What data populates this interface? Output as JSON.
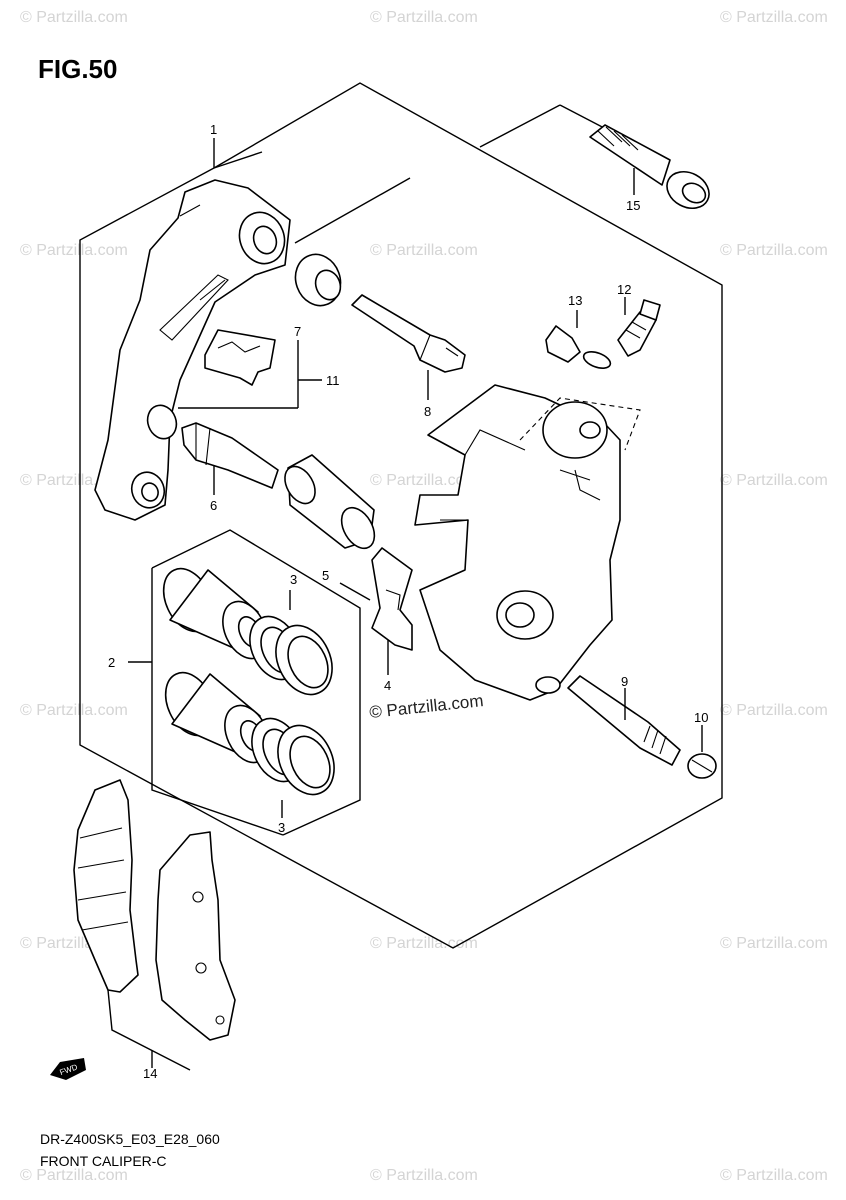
{
  "figure": {
    "title": "FIG.50",
    "model_code": "DR-Z400SK5_E03_E28_060",
    "section_name": "FRONT CALIPER-C"
  },
  "callouts": [
    {
      "id": "c1",
      "label": "1"
    },
    {
      "id": "c2",
      "label": "2"
    },
    {
      "id": "c3a",
      "label": "3"
    },
    {
      "id": "c3b",
      "label": "3"
    },
    {
      "id": "c4",
      "label": "4"
    },
    {
      "id": "c5",
      "label": "5"
    },
    {
      "id": "c6",
      "label": "6"
    },
    {
      "id": "c7",
      "label": "7"
    },
    {
      "id": "c8",
      "label": "8"
    },
    {
      "id": "c9",
      "label": "9"
    },
    {
      "id": "c10",
      "label": "10"
    },
    {
      "id": "c11",
      "label": "11"
    },
    {
      "id": "c12",
      "label": "12"
    },
    {
      "id": "c13",
      "label": "13"
    },
    {
      "id": "c14",
      "label": "14"
    },
    {
      "id": "c15",
      "label": "15"
    }
  ],
  "direction_marker": {
    "label": "FWD",
    "icon": "forward-arrow-icon"
  },
  "watermark": {
    "text": "© Partzilla.com",
    "center_text": "© Partzilla.com"
  }
}
